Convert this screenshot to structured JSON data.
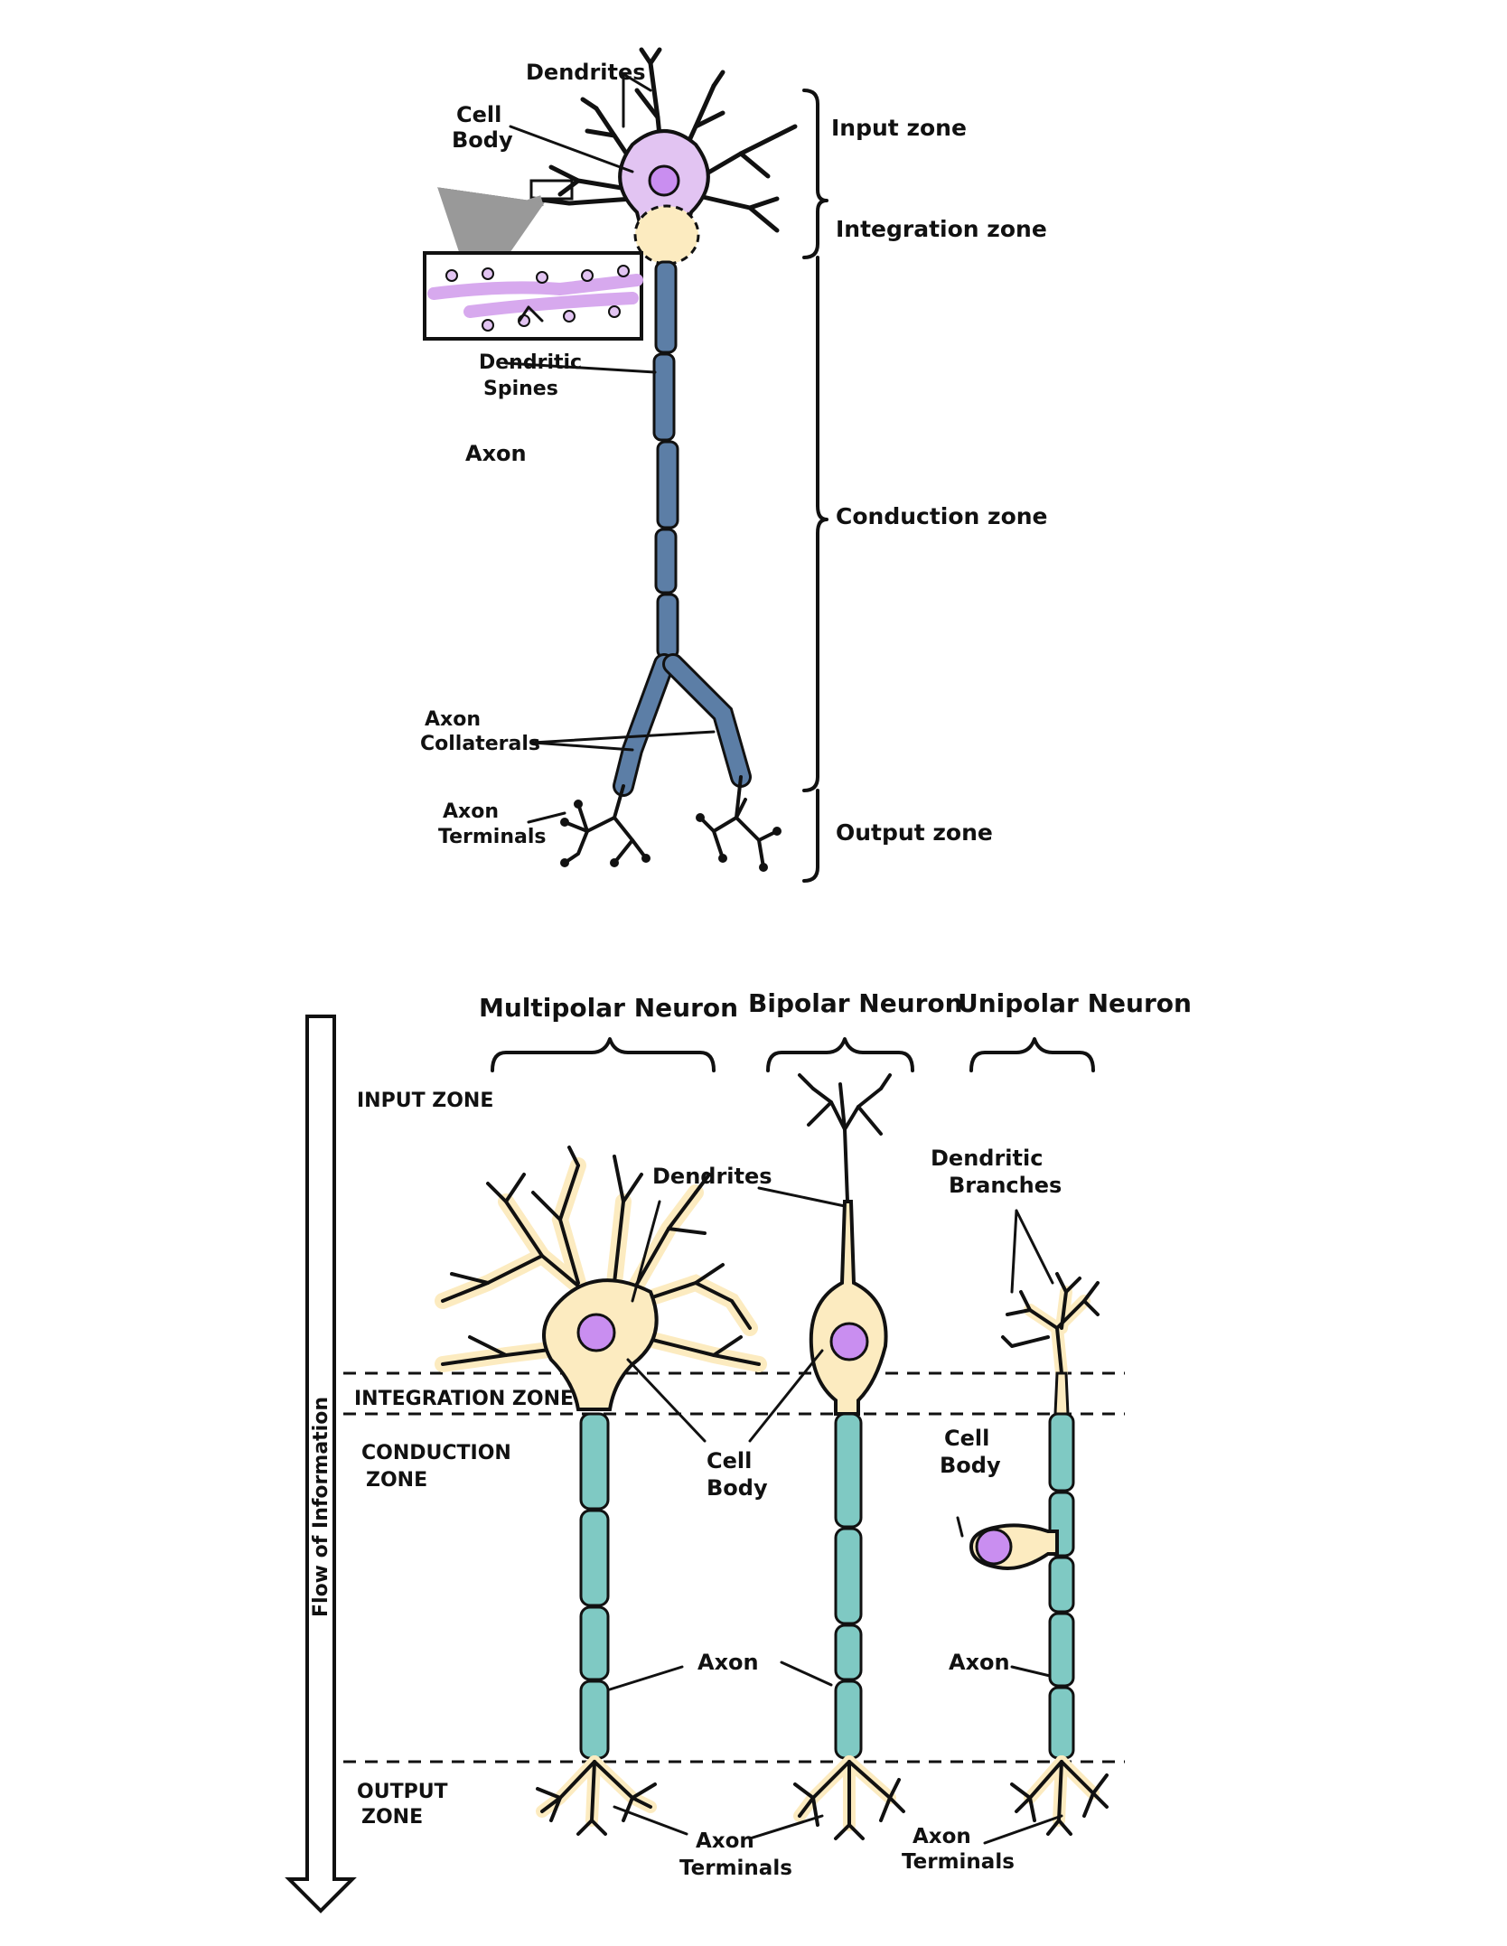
{
  "top_diagram": {
    "labels": {
      "dendrites": "Dendrites",
      "cell_body_1": "Cell",
      "cell_body_2": "Body",
      "dendritic_spines_1": "Dendritic",
      "dendritic_spines_2": "Spines",
      "axon": "Axon",
      "axon_collaterals_1": "Axon",
      "axon_collaterals_2": "Collaterals",
      "axon_terminals_1": "Axon",
      "axon_terminals_2": "Terminals"
    },
    "zones": {
      "input": "Input zone",
      "integration": "Integration zone",
      "conduction": "Conduction zone",
      "output": "Output zone"
    }
  },
  "bottom_diagram": {
    "neuron_types": [
      "Multipolar Neuron",
      "Bipolar Neuron",
      "Unipolar Neuron"
    ],
    "flow_label": "Flow of Information",
    "zones": {
      "input": "INPUT ZONE",
      "integration": "INTEGRATION ZONE",
      "conduction_1": "CONDUCTION",
      "conduction_2": "ZONE",
      "output_1": "OUTPUT",
      "output_2": "ZONE"
    },
    "labels": {
      "dendrites": "Dendrites",
      "dendritic_branches_1": "Dendritic",
      "dendritic_branches_2": "Branches",
      "cell_body_center_1": "Cell",
      "cell_body_center_2": "Body",
      "cell_body_right_1": "Cell",
      "cell_body_right_2": "Body",
      "axon_center": "Axon",
      "axon_right": "Axon",
      "axon_terminals_center_1": "Axon",
      "axon_terminals_center_2": "Terminals",
      "axon_terminals_right_1": "Axon",
      "axon_terminals_right_2": "Terminals"
    }
  },
  "colors": {
    "purple_cell": "#e2c4f2",
    "nucleus": "#c98ef0",
    "yellow_cell": "#fcebc0",
    "myelin_blue": "#5c7ea6",
    "myelin_teal": "#7fc9c3"
  }
}
